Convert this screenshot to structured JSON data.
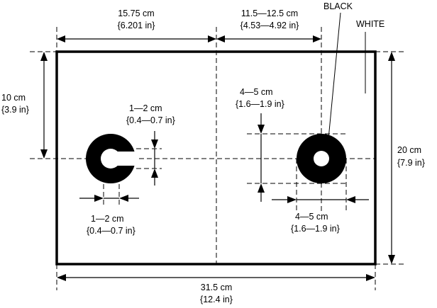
{
  "dimensions": {
    "half_length": {
      "metric": "15.75 cm",
      "imperial": "{6.201 in}"
    },
    "ring_offset": {
      "metric": "11.5—12.5 cm",
      "imperial": "{4.53—4.92 in}"
    },
    "half_height": {
      "metric": "10 cm",
      "imperial": "{3.9 in}"
    },
    "full_height": {
      "metric": "20 cm",
      "imperial": "{7.9 in}"
    },
    "full_length": {
      "metric": "31.5 cm",
      "imperial": "{12.4 in}"
    },
    "c_gap_height": {
      "metric": "1—2 cm",
      "imperial": "{0.4—0.7 in}"
    },
    "c_gap_width": {
      "metric": "1—2 cm",
      "imperial": "{0.4—0.7 in}"
    },
    "ring_height": {
      "metric": "4—5 cm",
      "imperial": "{1.6—1.9 in}"
    },
    "ring_width": {
      "metric": "4—5 cm",
      "imperial": "{1.6—1.9 in}"
    }
  },
  "legend": {
    "black": "BLACK",
    "white": "WHITE"
  }
}
